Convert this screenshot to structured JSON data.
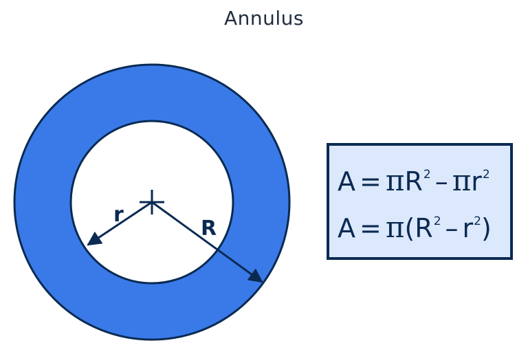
{
  "title": "Annulus",
  "diagram": {
    "ring_color": "#3a7ae8",
    "outline_color": "#0a2a52",
    "arrow_color": "#0a2a52",
    "inner_radius_label": "r",
    "outer_radius_label": "R"
  },
  "formula_box": {
    "background": "#dce8fb",
    "formula_1": {
      "lhs": "A",
      "eq": "=",
      "pi_1": "π",
      "R": "R",
      "R_exp": "2",
      "minus": "–",
      "pi_2": "π",
      "r": "r",
      "r_exp": "2"
    },
    "formula_2": {
      "lhs": "A",
      "eq": "=",
      "pi": "π",
      "open": "(",
      "R": "R",
      "R_exp": "2",
      "minus": "–",
      "r": "r",
      "r_exp": "2",
      "close": ")"
    }
  }
}
